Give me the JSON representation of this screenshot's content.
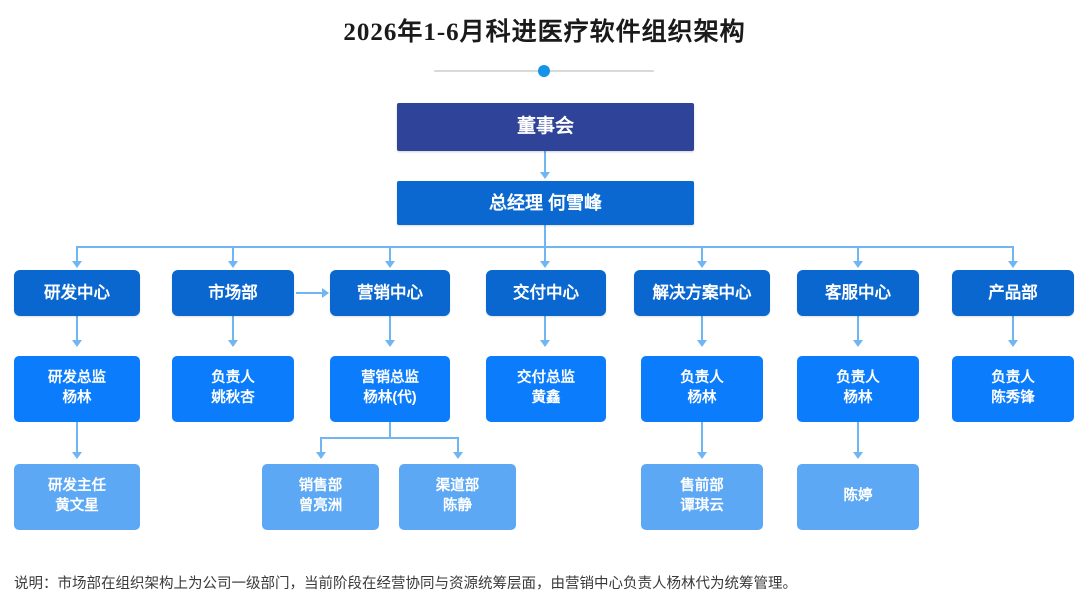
{
  "title": "2026年1-6月科进医疗软件组织架构",
  "divider": {
    "icon": "dot-marker"
  },
  "top": {
    "board": {
      "label": "董事会"
    },
    "gm": {
      "label": "总经理 何雪峰"
    }
  },
  "departments": [
    {
      "key": "rd",
      "dept": "研发中心",
      "lead_title": "研发总监",
      "lead_name": "杨林",
      "children": [
        {
          "title": "研发主任",
          "name": "黄文星"
        }
      ]
    },
    {
      "key": "market",
      "dept": "市场部",
      "lead_title": "负责人",
      "lead_name": "姚秋杏",
      "children": []
    },
    {
      "key": "sales-center",
      "dept": "营销中心",
      "lead_title": "营销总监",
      "lead_name": "杨林(代)",
      "children": [
        {
          "title": "销售部",
          "name": "曾亮洲"
        },
        {
          "title": "渠道部",
          "name": "陈静"
        }
      ]
    },
    {
      "key": "delivery",
      "dept": "交付中心",
      "lead_title": "交付总监",
      "lead_name": "黄鑫",
      "children": []
    },
    {
      "key": "solution",
      "dept": "解决方案中心",
      "lead_title": "负责人",
      "lead_name": "杨林",
      "children": [
        {
          "title": "售前部",
          "name": "谭琪云"
        }
      ]
    },
    {
      "key": "service",
      "dept": "客服中心",
      "lead_title": "负责人",
      "lead_name": "杨林",
      "children": [
        {
          "title": "",
          "name": "陈婷"
        }
      ]
    },
    {
      "key": "product",
      "dept": "产品部",
      "lead_title": "负责人",
      "lead_name": "陈秀锋",
      "children": []
    }
  ],
  "note": "说明：市场部在组织架构上为公司一级部门，当前阶段在经营协同与资源统筹层面，由营销中心负责人杨林代为统筹管理。",
  "colors": {
    "board": "#2f4398",
    "gm": "#0a68d0",
    "level2": "#0a67cf",
    "level3": "#0b7cfc",
    "level4": "#5ca8f4",
    "connector": "#6fb6f2",
    "accent_dot": "#1493e8"
  }
}
